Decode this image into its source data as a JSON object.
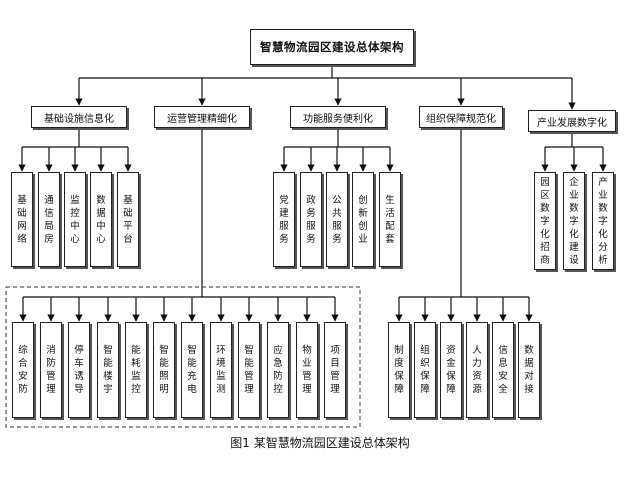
{
  "title": "智慧物流园区建设总体架构",
  "caption": "图1 某智慧物流园区建设总体架构",
  "categories": [
    {
      "label": "基础设施信息化",
      "items": [
        "基础网络",
        "通信局房",
        "监控中心",
        "数据中心",
        "基础平台"
      ]
    },
    {
      "label": "运营管理精细化",
      "items": [
        "综合安防",
        "消防管理",
        "停车诱导",
        "智能楼宇",
        "能耗监控",
        "智能照明",
        "智能充电",
        "环境监测",
        "智能管理",
        "应急防控",
        "物业管理",
        "项目管理"
      ]
    },
    {
      "label": "功能服务便利化",
      "items": [
        "党建服务",
        "政务服务",
        "公共服务",
        "创新创业",
        "生活配套"
      ]
    },
    {
      "label": "组织保障规范化",
      "items": [
        "制度保障",
        "组织保障",
        "资金保障",
        "人力资源",
        "信息安全",
        "数据对接"
      ]
    },
    {
      "label": "产业发展数字化",
      "items": [
        "园区数字化招商",
        "企业数字化建设",
        "产业数字化分析"
      ]
    }
  ]
}
